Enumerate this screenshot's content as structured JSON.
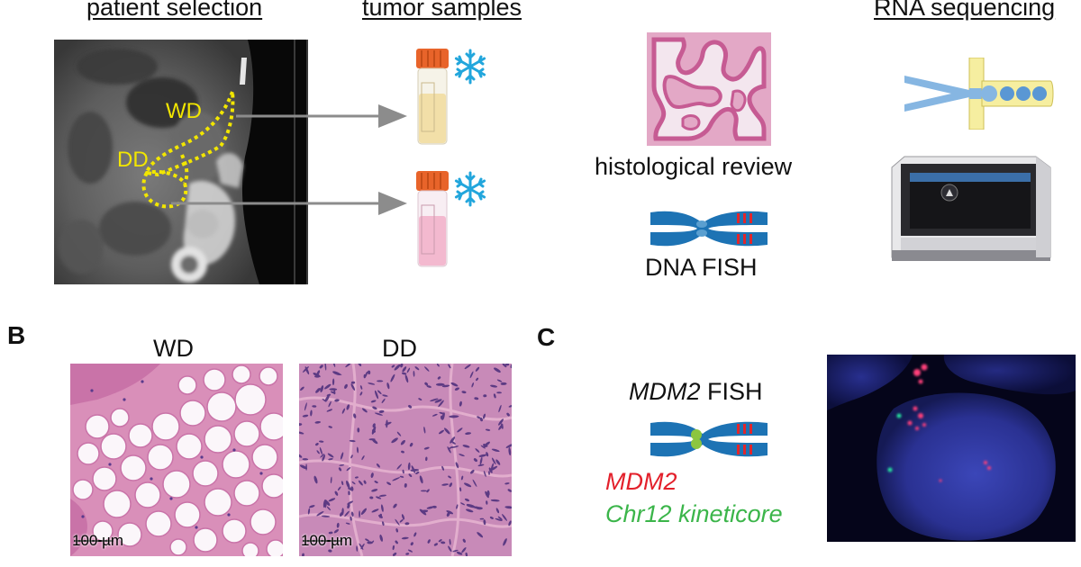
{
  "panel_a": {
    "headers": {
      "patient_selection": "patient selection",
      "tumor_samples": "tumor samples",
      "rna_sequencing": "RNA sequencing"
    },
    "ct_labels": {
      "wd": "WD",
      "dd": "DD"
    },
    "histological_review": "histological review",
    "dna_fish": "DNA FISH",
    "colors": {
      "outline_yellow": "#f2e600",
      "tube_cap": "#e8642a",
      "tube_wd_fill": "#f2dfa8",
      "tube_dd_fill": "#f3b9cf",
      "snowflake": "#22a6dc",
      "chromosome": "#1d73b4",
      "fish_red_band": "#e0262c",
      "arrow_gray": "#8c8c8c"
    }
  },
  "panel_b": {
    "letter": "B",
    "wd_title": "WD",
    "dd_title": "DD",
    "scalebar_wd": "100 µm",
    "scalebar_dd": "100 µm"
  },
  "panel_c": {
    "letter": "C",
    "fish_title_gene": "MDM2",
    "fish_title_suffix": " FISH",
    "legend_mdm2": "MDM2",
    "legend_chr12": "Chr12 kineticore",
    "colors": {
      "mdm2_red": "#e3202b",
      "chr12_green": "#3bb54a",
      "centromere_green": "#8cc63f"
    }
  }
}
